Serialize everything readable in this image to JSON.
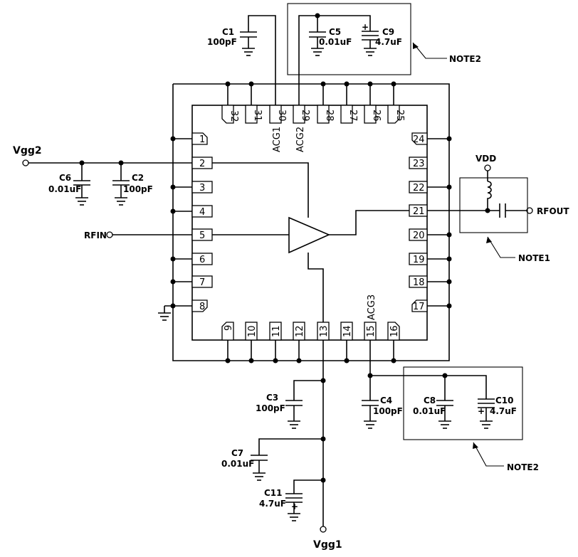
{
  "pins": {
    "p1": "1",
    "p2": "2",
    "p3": "3",
    "p4": "4",
    "p5": "5",
    "p6": "6",
    "p7": "7",
    "p8": "8",
    "p9": "9",
    "p10": "10",
    "p11": "11",
    "p12": "12",
    "p13": "13",
    "p14": "14",
    "p15": "15",
    "p16": "16",
    "p17": "17",
    "p18": "18",
    "p19": "19",
    "p20": "20",
    "p21": "21",
    "p22": "22",
    "p23": "23",
    "p24": "24",
    "p25": "25",
    "p26": "26",
    "p27": "27",
    "p28": "28",
    "p29": "29",
    "p30": "30",
    "p31": "31",
    "p32": "32"
  },
  "pin_labels": {
    "acg1": "ACG1",
    "acg2": "ACG2",
    "acg3": "ACG3"
  },
  "ports": {
    "vgg2": "Vgg2",
    "vgg1": "Vgg1",
    "rfin": "RFIN",
    "rfout": "RFOUT",
    "vdd": "VDD"
  },
  "notes": {
    "note1": "NOTE1",
    "note2_top": "NOTE2",
    "note2_bottom": "NOTE2"
  },
  "components": {
    "c1_name": "C1",
    "c1_value": "100pF",
    "c2_name": "C2",
    "c2_value": "100pF",
    "c3_name": "C3",
    "c3_value": "100pF",
    "c4_name": "C4",
    "c4_value": "100pF",
    "c5_name": "C5",
    "c5_value": "0.01uF",
    "c6_name": "C6",
    "c6_value": "0.01uF",
    "c7_name": "C7",
    "c7_value": "0.01uF",
    "c8_name": "C8",
    "c8_value": "0.01uF",
    "c9_name": "C9",
    "c9_value": "4.7uF",
    "c10_name": "C10",
    "c10_value": "4.7uF",
    "c11_name": "C11",
    "c11_value": "4.7uF",
    "plus": "+"
  }
}
